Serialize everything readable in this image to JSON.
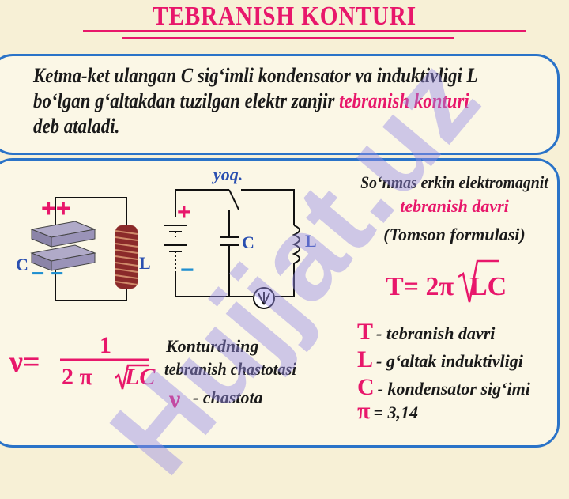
{
  "title": "TEBRANISH KONTURI",
  "definition": {
    "part1": "Ketma-ket ulangan C sig‘imli kondensator va induktivligi L bo‘lgan g‘altakdan tuzilgan elektr zanjir",
    "highlight": "tebranish konturi",
    "part2": "deb ataladi."
  },
  "diagram1": {
    "plus": "++",
    "minus": "− −",
    "c_label": "C",
    "l_label": "L"
  },
  "diagram2": {
    "switch_label": "yoq.",
    "plus": "+",
    "minus": "−",
    "c_label": "C",
    "l_label": "L"
  },
  "right": {
    "heading": "So‘nmas erkin elektromagnit",
    "heading_pink": "tebranish davri",
    "subheading": "(Tomson formulasi)",
    "formula_left": "T= 2π",
    "formula_radicand": "LC",
    "legend": [
      {
        "sym": "T",
        "text": "- tebranish davri"
      },
      {
        "sym": "L",
        "text": "- g‘altak induktivligi"
      },
      {
        "sym": "C",
        "text": "- kondensator sig‘imi"
      },
      {
        "sym": "π",
        "text": "= 3,14"
      }
    ]
  },
  "freq": {
    "lhs": "ν=",
    "numerator": "1",
    "denominator_left": "2 π",
    "denominator_radicand": "LC",
    "label_line1": "Konturdning",
    "label_line2": "tebranish chastotasi",
    "nu_symbol": "ν",
    "nu_text": "- chastota"
  },
  "watermark": "Hujjat.uz",
  "colors": {
    "accent": "#e8176b",
    "border": "#2a73c8",
    "background": "#f7f0d6",
    "blue_text": "#2a4fb0"
  }
}
